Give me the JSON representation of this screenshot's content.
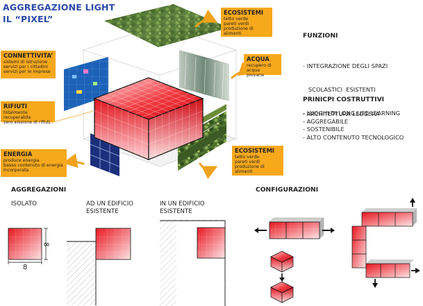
{
  "title": {
    "line1": "AGGREGAZIONE LIGHT",
    "line2": "IL “PIXEL”"
  },
  "callouts": {
    "ecosistemi_top": {
      "head": "ECOSISTEMI",
      "lines": [
        "tetto verde",
        "pareti verdi",
        "produzione di alimenti"
      ]
    },
    "connettivita": {
      "head": "CONNETTIVITA’",
      "lines": [
        "sistemi di istruzione",
        "servizi per i cittadini",
        "servizi per le imprese"
      ]
    },
    "acqua": {
      "head": "ACQUA",
      "lines": [
        "recupero di",
        "acqua piovana"
      ]
    },
    "rifiuti": {
      "head": "RIFIUTI",
      "lines": [
        "totalmente recuperabile",
        "zero eissione di rifiuti"
      ]
    },
    "energia": {
      "head": "ENERGIA",
      "lines": [
        "produce energia",
        "basso contenuto di energia",
        "incorporata"
      ]
    },
    "ecosistemi_bottom": {
      "head": "ECOSISTEMI",
      "lines": [
        "tetto verde",
        "pareti verdi",
        "produzione di alimenti"
      ]
    }
  },
  "funzioni": {
    "heading": "FUNZIONI",
    "items": [
      "- INTEGRAZIONE DEGLI SPAZI",
      "   SCOLASTICI  ESISTENTI",
      "- LUOGHI DI LONG LIFE LEARNING"
    ]
  },
  "principi": {
    "heading": "PRINICPI COSTRUTTIVI",
    "items": [
      "- ARCHITETTURA LEGGERA",
      "- AGGREGABILE",
      "- SOSTENIBILE",
      "- ALTO CONTENUTO TECNOLOGICO"
    ]
  },
  "aggregazioni": {
    "heading": "AGGREGAZIONI",
    "isolato": "ISOLATO",
    "edificio_ad": [
      "AD UN EDIFICIO",
      "ESISTENTE"
    ],
    "edificio_in": [
      "IN UN EDIFICIO",
      "ESISTENTE"
    ],
    "dim_width": "8",
    "dim_height": "8"
  },
  "configurazioni": {
    "heading": "CONFIGURAZIONI"
  },
  "colors": {
    "title_blue": "#2a4aa8",
    "callout_orange": "#f7a81b",
    "pixel_red": "#e0101a",
    "arrow_orange": "#f0a21c"
  }
}
